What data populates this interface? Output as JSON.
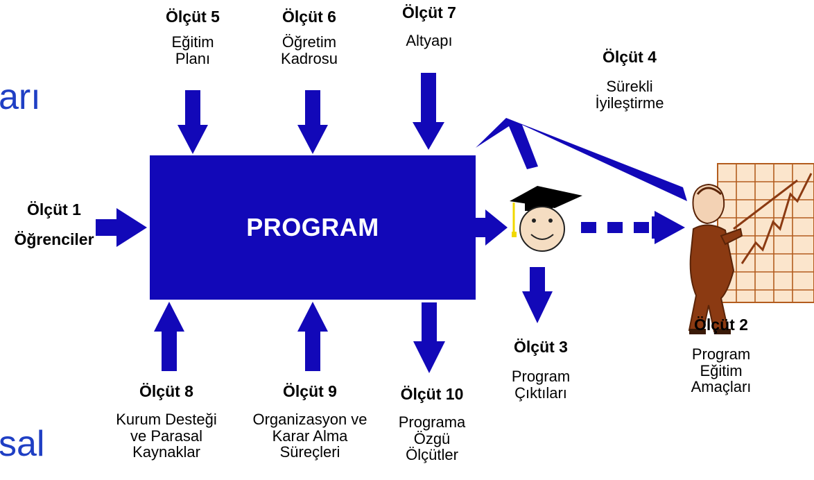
{
  "background_fragments": [
    "arı",
    "sal"
  ],
  "program": {
    "label": "PROGRAM",
    "fill": "#1208b8"
  },
  "colors": {
    "arrow": "#1208b8",
    "text": "#000000",
    "background_text": "#1f3fc4",
    "chart_grid": "#b35c1e",
    "person": "#8b3a12"
  },
  "criteria": {
    "c1": {
      "title": "Ölçüt 1",
      "lines": [
        "Öğrenciler"
      ]
    },
    "c2": {
      "title": "Ölçüt 2",
      "lines": [
        "Program",
        "Eğitim",
        "Amaçları"
      ]
    },
    "c3": {
      "title": "Ölçüt 3",
      "lines": [
        "Program",
        "Çıktıları"
      ]
    },
    "c4": {
      "title": "Ölçüt 4",
      "lines": [
        "Sürekli",
        "İyileştirme"
      ]
    },
    "c5": {
      "title": "Ölçüt 5",
      "lines": [
        "Eğitim",
        "Planı"
      ]
    },
    "c6": {
      "title": "Ölçüt 6",
      "lines": [
        "Öğretim",
        "Kadrosu"
      ]
    },
    "c7": {
      "title": "Ölçüt 7",
      "lines": [
        "Altyapı"
      ]
    },
    "c8": {
      "title": "Ölçüt 8",
      "lines": [
        "Kurum Desteği",
        "ve Parasal",
        "Kaynaklar"
      ]
    },
    "c9": {
      "title": "Ölçüt 9",
      "lines": [
        "Organizasyon ve",
        "Karar Alma",
        "Süreçleri"
      ]
    },
    "c10": {
      "title": "Ölçüt 10",
      "lines": [
        "Programa",
        "Özgü",
        "Ölçütler"
      ]
    }
  },
  "icons": {
    "graduate": "graduate-smiley-icon",
    "presenter": "presenter-chart-icon"
  }
}
